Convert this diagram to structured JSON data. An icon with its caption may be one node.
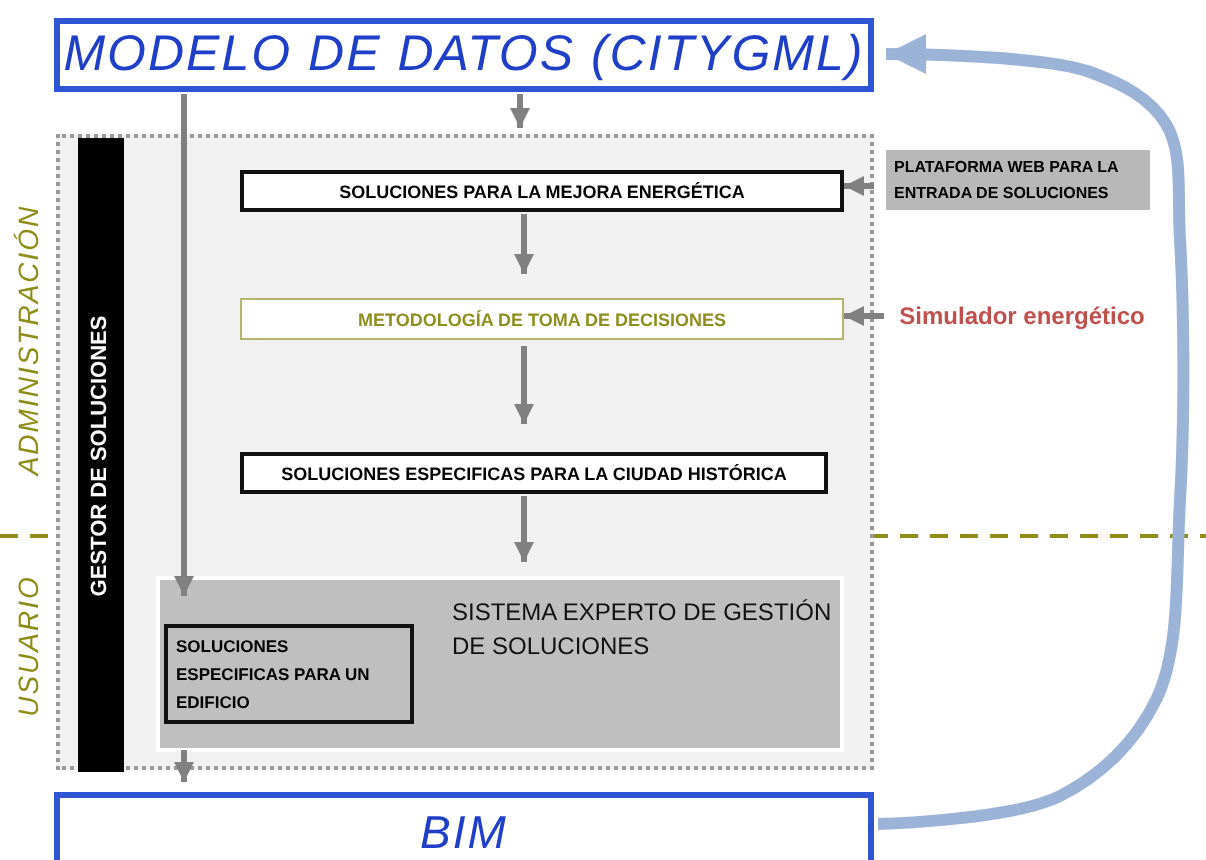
{
  "diagram": {
    "nodes": [
      {
        "text": [
          "MODELO DE DATOS (CITYGML)"
        ]
      },
      {
        "text": [],
        "shape": "box"
      },
      {
        "text": [
          "GESTOR DE SOLUCIONES"
        ],
        "in": 1
      },
      {
        "text": [
          "SOLUCIONES PARA LA MEJORA ENERGÉTICA"
        ],
        "in": 1
      },
      {
        "text": [
          "PLATAFORMA WEB PARA LA ENTRADA DE SOLUCIONES"
        ]
      },
      {
        "text": [
          "METODOLOGÍA DE TOMA DE DECISIONES"
        ],
        "in": 1
      },
      {
        "text": [
          "Simulador energético"
        ]
      },
      {
        "text": [
          "SOLUCIONES ESPECIFICAS PARA LA CIUDAD HISTÓRICA"
        ],
        "in": 1
      },
      {
        "text": [
          "SISTEMA EXPERTO DE GESTIÓN DE SOLUCIONES"
        ],
        "in": 1
      },
      {
        "text": [
          "SOLUCIONES ESPECIFICAS PARA UN EDIFICIO"
        ],
        "in": 8
      },
      {
        "text": [
          "BIM"
        ]
      }
    ],
    "edges": [
      {
        "from": 0,
        "to": 1,
        "arrow": "to"
      },
      {
        "from": 4,
        "to": 3,
        "arrow": "to"
      },
      {
        "from": 3,
        "to": 5,
        "arrow": "to"
      },
      {
        "from": 6,
        "to": 5,
        "arrow": "to"
      },
      {
        "from": 5,
        "to": 7,
        "arrow": "to"
      },
      {
        "from": 7,
        "to": 8,
        "arrow": "to"
      },
      {
        "from": 0,
        "to": 9,
        "arrow": "to"
      },
      {
        "from": 8,
        "to": 10,
        "arrow": "to"
      },
      {
        "from": 10,
        "to": 0,
        "arrow": "to",
        "style": "thick",
        "color": "#9bb3d6"
      }
    ],
    "labels": [
      "ADMINISTRACIÓN",
      "USUARIO"
    ]
  }
}
